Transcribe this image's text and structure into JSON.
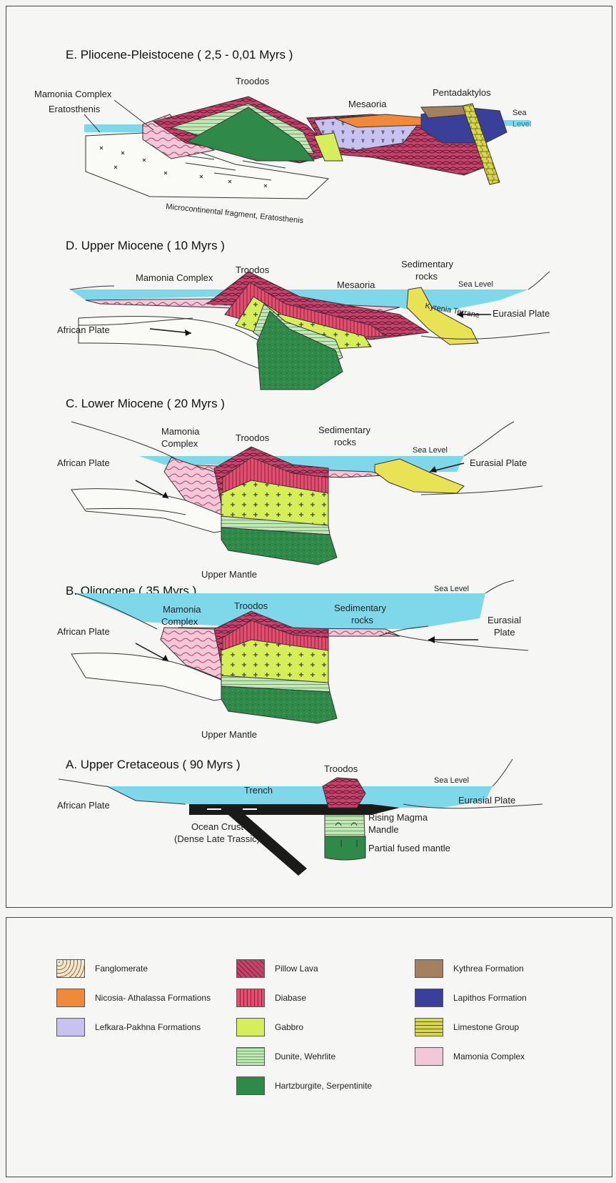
{
  "sections": {
    "E": {
      "title": "E. Pliocene-Pleistocene ( 2,5 - 0,01 Myrs )",
      "labels": {
        "troodos": "Troodos",
        "mamonia": "Mamonia Complex",
        "eratosthenis": "Eratosthenis",
        "mesaoria": "Mesaoria",
        "pentadaktylos": "Pentadaktylos",
        "sea": "Sea",
        "level": "Level",
        "fragment": "Microcontinental fragment, Eratosthenis"
      }
    },
    "D": {
      "title": "D. Upper Miocene ( 10 Myrs )",
      "labels": {
        "troodos": "Troodos",
        "mamonia": "Mamonia Complex",
        "sedimentary_1": "Sedimentary",
        "sedimentary_2": "rocks",
        "mesaoria": "Mesaoria",
        "sea_level": "Sea Level",
        "african": "African Plate",
        "eurasial": "Eurasial Plate",
        "kyrenia": "Kyrenia Terrane"
      }
    },
    "C": {
      "title": "C. Lower Miocene ( 20 Myrs )",
      "labels": {
        "mamonia_1": "Mamonia",
        "mamonia_2": "Complex",
        "troodos": "Troodos",
        "sedimentary_1": "Sedimentary",
        "sedimentary_2": "rocks",
        "sea_level": "Sea Level",
        "african": "African Plate",
        "eurasial": "Eurasial Plate",
        "upper_mantle": "Upper Mantle"
      }
    },
    "B": {
      "title": "B. Oligocene ( 35 Myrs )",
      "labels": {
        "sea_level": "Sea Level",
        "mamonia_1": "Mamonia",
        "mamonia_2": "Complex",
        "troodos": "Troodos",
        "sedimentary_1": "Sedimentary",
        "sedimentary_2": "rocks",
        "eurasial_1": "Eurasial",
        "eurasial_2": "Plate",
        "african": "African Plate",
        "upper_mantle": "Upper Mantle"
      }
    },
    "A": {
      "title": "A. Upper Cretaceous ( 90 Myrs )",
      "labels": {
        "sea_level": "Sea Level",
        "troodos": "Troodos",
        "trench": "Trench",
        "african": "African Plate",
        "eurasial": "Eurasial Plate",
        "ocean_1": "Ocean Crust",
        "ocean_2": "(Dense Late Trassic)",
        "rising": "Rising Magma",
        "mandle": "Mandle",
        "partial": "Partial fused mantle"
      }
    }
  },
  "legend": [
    {
      "label": "Fanglomerate",
      "color": "#f3e6cf"
    },
    {
      "label": "Nicosia- Athalassa Formations",
      "color": "#f08a3a"
    },
    {
      "label": "Lefkara-Pakhna Formations",
      "color": "#c8c2f0"
    },
    {
      "label": "Pillow Lava",
      "color": "#c0446c"
    },
    {
      "label": "Diabase",
      "color": "#e24f71"
    },
    {
      "label": "Gabbro",
      "color": "#d6ee5a"
    },
    {
      "label": "Dunite, Wehrlite",
      "color": "#c4e6b6"
    },
    {
      "label": "Hartzburgite, Serpentinite",
      "color": "#2f8a4a"
    },
    {
      "label": "Kythrea Formation",
      "color": "#a38060"
    },
    {
      "label": "Lapithos Formation",
      "color": "#3a3f9a"
    },
    {
      "label": "Limestone Group",
      "color": "#d9d74a"
    },
    {
      "label": "Mamonia Complex",
      "color": "#f2c7d7"
    }
  ],
  "colors": {
    "sea": "#7ed8ea",
    "pillow": "#c0446c",
    "diabase": "#e24f71",
    "gabbro": "#d6ee5a",
    "dunite": "#c4e6b6",
    "mantle": "#2f8a4a",
    "mamonia": "#f2c7d7",
    "orange": "#f08a3a",
    "lefkara": "#c8c2f0",
    "kythrea": "#a38060",
    "lapithos": "#3a3f9a",
    "limestone": "#e9e255",
    "crust": "#1a1a1a"
  }
}
